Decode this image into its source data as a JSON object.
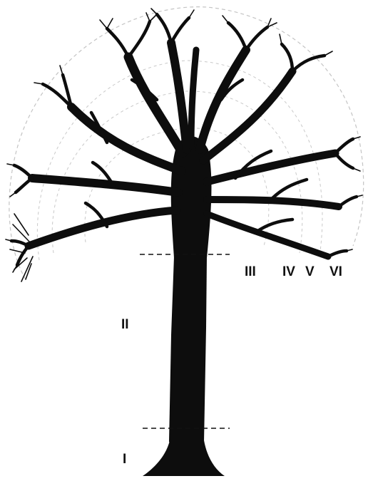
{
  "diagram": {
    "zones": [
      {
        "id": "I",
        "label": "I"
      },
      {
        "id": "II",
        "label": "II"
      },
      {
        "id": "III",
        "label": "III"
      },
      {
        "id": "IV",
        "label": "IV"
      },
      {
        "id": "V",
        "label": "V"
      },
      {
        "id": "VI",
        "label": "VI"
      }
    ],
    "colors": {
      "tree": "#0d0d0d",
      "guide": "#b5b5b5",
      "divider": "#111111",
      "background": "#ffffff"
    }
  }
}
